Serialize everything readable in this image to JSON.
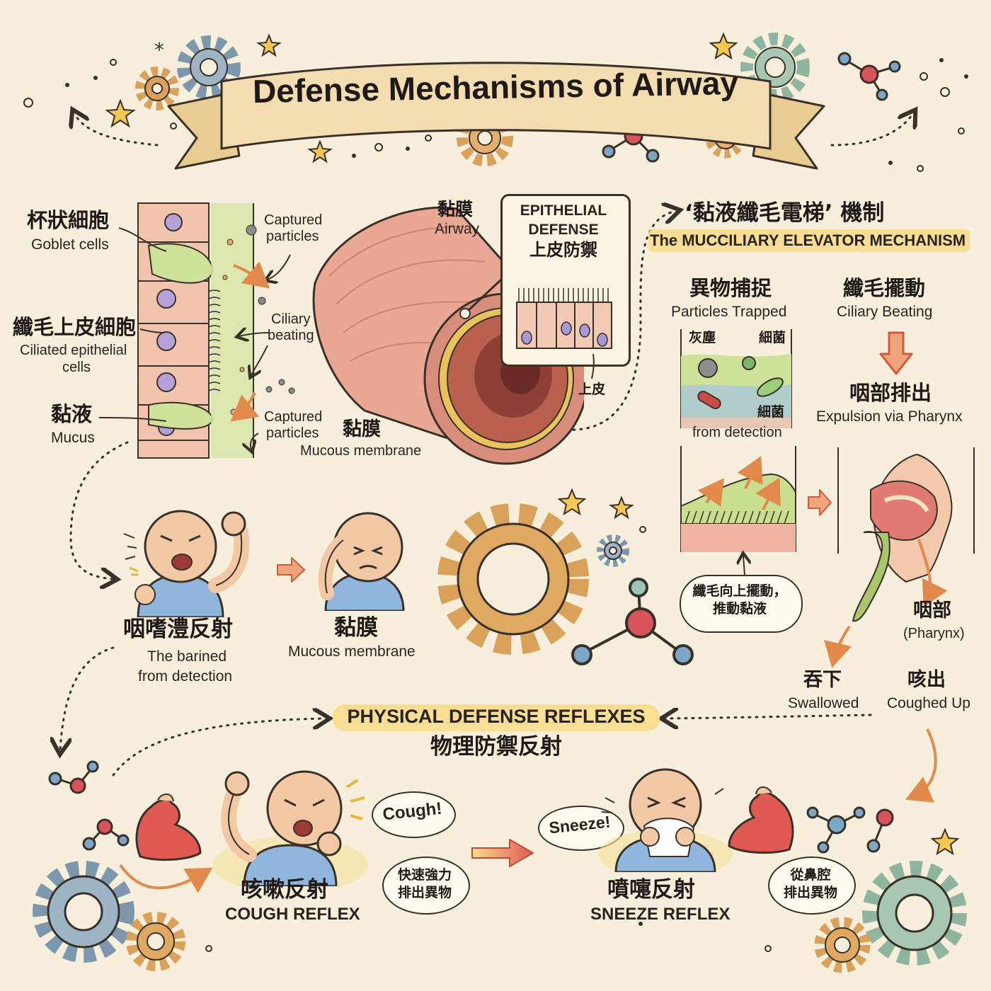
{
  "title": "Defense Mechanisms of Airway",
  "colors": {
    "background": "#f7efdc",
    "ribbon": "#f0d9a8",
    "gear_orange": "#d9a15a",
    "gear_blue": "#7d98ad",
    "gear_green": "#8fb5a0",
    "tissue_pink": "#e9a894",
    "mucus_green": "#b8d27a",
    "arrow_orange": "#e28a4c",
    "highlight_yellow": "#f6dc8a"
  },
  "epithelium": {
    "goblet": {
      "zh": "杯狀細胞",
      "en": "Goblet cells"
    },
    "ciliated": {
      "zh": "纖毛上皮細胞",
      "en_line1": "Ciliated epithelial",
      "en_line2": "cells"
    },
    "mucus": {
      "zh": "黏液",
      "en": "Mucus"
    },
    "captured_top": {
      "line1": "Captured",
      "line2": "particles"
    },
    "ciliary": {
      "line1": "Ciliary",
      "line2": "beating"
    },
    "captured_bottom": {
      "line1": "Captured",
      "line2": "particles"
    }
  },
  "airway": {
    "label_zh": "黏膜",
    "label_en": "Airway",
    "membrane_zh": "黏膜",
    "membrane_en": "Mucous membrane",
    "inset": {
      "line1": "EPITHELIAL",
      "line2": "DEFENSE",
      "zh": "上皮防禦"
    },
    "epi_label": "上皮"
  },
  "elevator": {
    "title_zh": "‘黏液纖毛電梯’ 機制",
    "title_en": "The MUCCILIARY ELEVATOR MECHANISM",
    "trapped_zh": "異物捕捉",
    "trapped_en": "Particles Trapped",
    "beating_zh": "纖毛擺動",
    "beating_en": "Ciliary Beating",
    "dust": "灰塵",
    "bacteria1": "細菌",
    "bacteria2": "細菌",
    "from_detection": "from detection",
    "expulsion_zh": "咽部排出",
    "expulsion_en": "Expulsion via Pharynx",
    "cilia_bubble_line1": "纖毛向上擺動，",
    "cilia_bubble_line2": "推動黏液",
    "pharynx_zh": "咽部",
    "pharynx_en": "(Pharynx)",
    "swallowed_zh": "吞下",
    "swallowed_en": "Swallowed",
    "coughed_zh": "咳出",
    "coughed_en": "Coughed Up"
  },
  "middle": {
    "reflex_zh": "咽嗜澧反射",
    "reflex_en_line1": "The barined",
    "reflex_en_line2": "from detection",
    "membrane_zh": "黏膜",
    "membrane_en": "Mucous membrane"
  },
  "physical": {
    "title_en": "PHYSICAL DEFENSE REFLEXES",
    "title_zh": "物理防禦反射"
  },
  "cough": {
    "speech": "Cough!",
    "zh": "咳嗽反射",
    "en": "COUGH REFLEX",
    "bubble_line1": "快速強力",
    "bubble_line2": "排出異物"
  },
  "sneeze": {
    "speech": "Sneeze!",
    "zh": "噴嚏反射",
    "en": "SNEEZE REFLEX",
    "bubble_line1": "從鼻腔",
    "bubble_line2": "排出異物"
  }
}
